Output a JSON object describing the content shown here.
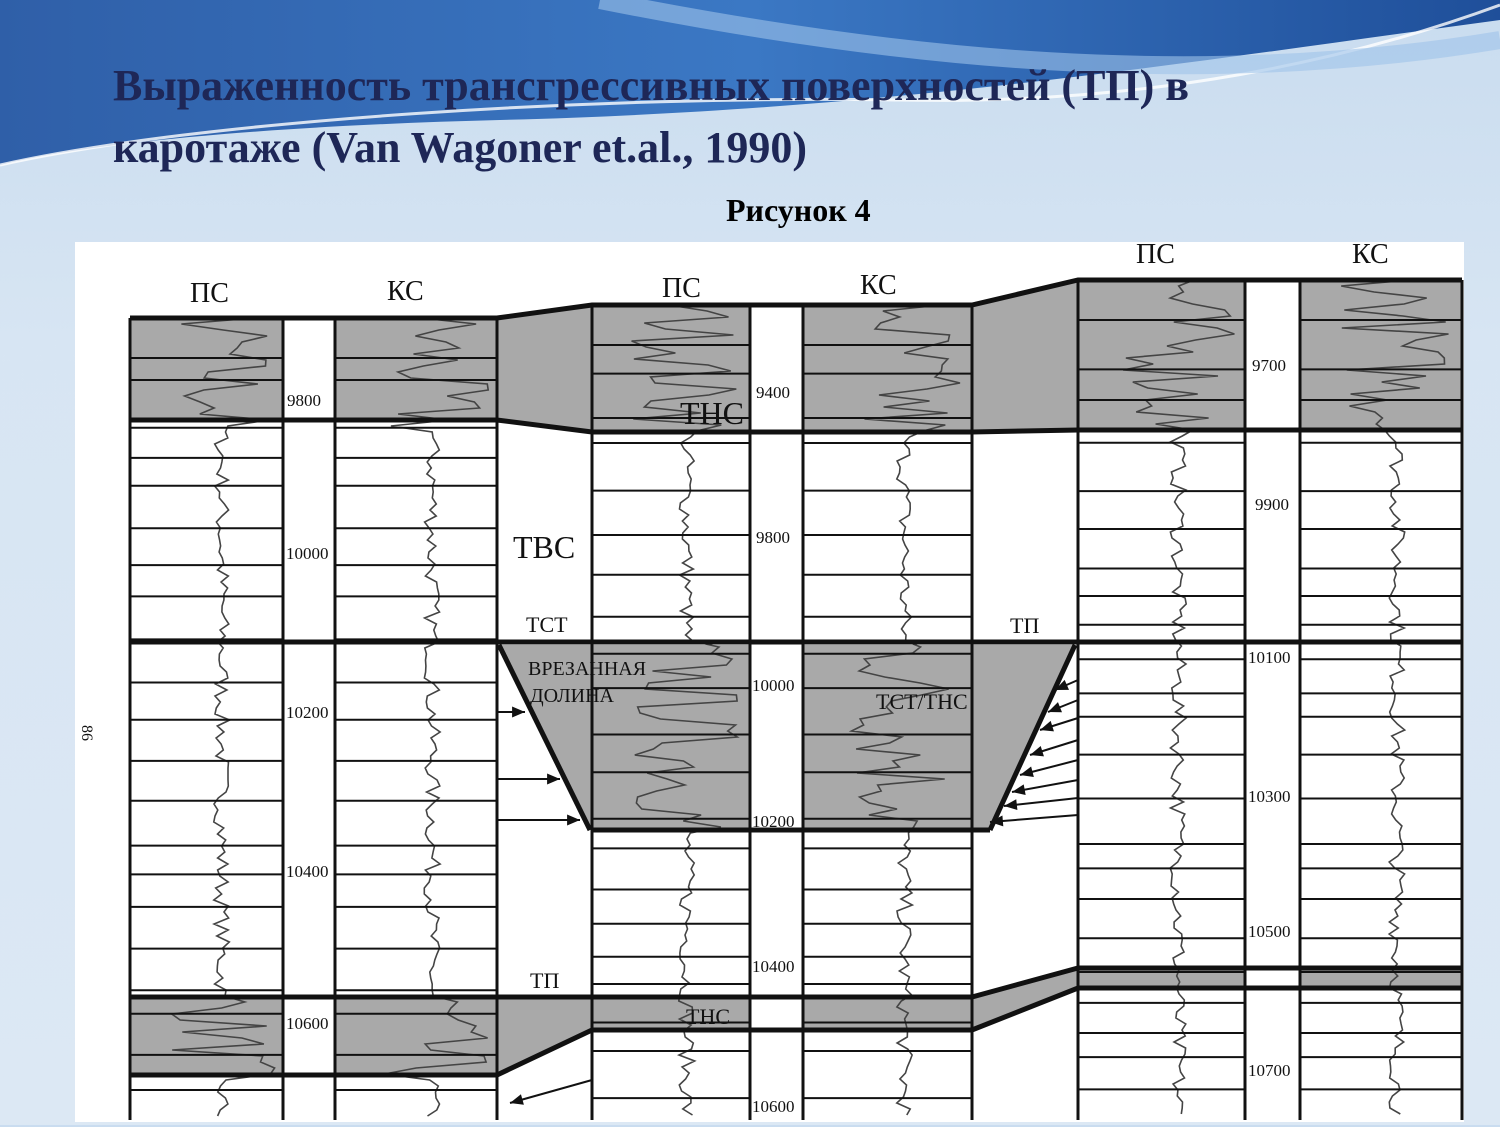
{
  "slide": {
    "title_line1": "Выраженность трансгрессивных поверхностей (ТП) в",
    "title_line2": "каротаже (Van Wagoner et.al., 1990)",
    "caption": "Рисунок 4"
  },
  "diagram": {
    "side_label": "86",
    "wells": [
      {
        "ps_label": "ПС",
        "ks_label": "КС",
        "depths": [
          "9800",
          "10000",
          "10200",
          "10400",
          "10600"
        ]
      },
      {
        "ps_label": "ПС",
        "ks_label": "КС",
        "depths": [
          "9400",
          "9800",
          "10000",
          "10200",
          "10400",
          "10600"
        ]
      },
      {
        "ps_label": "ПС",
        "ks_label": "КС",
        "depths": [
          "9700",
          "9900",
          "10100",
          "10300",
          "10500",
          "10700"
        ]
      }
    ],
    "annotations": {
      "thc_top": "ТНС",
      "tbc": "ТВС",
      "tct": "ТСТ",
      "valley_line1": "ВРЕЗАННАЯ",
      "valley_line2": "ДОЛИНА",
      "tct_thc": "ТСТ/ТНС",
      "tp_right": "ТП",
      "tp_left": "ТП",
      "thc_bottom": "ТНС"
    },
    "colors": {
      "fill_grey": "#a9a9a9",
      "line": "#111111",
      "title": "#1e2757"
    }
  }
}
